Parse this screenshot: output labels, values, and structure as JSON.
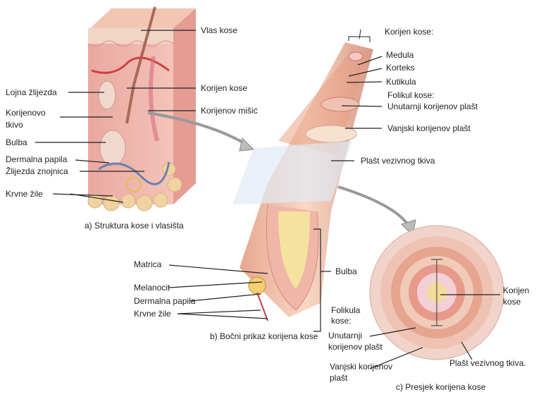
{
  "panel_a": {
    "caption": "a) Struktura kose i vlasišta",
    "labels": {
      "vlas_kose": "Vlas kose",
      "lojna_zlijezda": "Lojna žlijezda",
      "korijenovo": "Korijenovo",
      "tkivo": "tkivo",
      "bulba": "Bulba",
      "dermalna_papila": "Dermalna papila",
      "zlijezda_znojnica": "Žlijezda znojnica",
      "krvne_zile": "Krvne žile",
      "korijen_kose": "Korijen kose",
      "korijenov_misic": "Korijenov mišić"
    }
  },
  "panel_top_right": {
    "labels": {
      "korijen_kose": "Korijen kose:",
      "medula": "Medula",
      "korteks": "Korteks",
      "kutikula": "Kutikula",
      "folikul_kose": "Folikul kose:",
      "unutarnji": "Unutarnji korijenov plašt",
      "vanjski": "Vanjski korijenov plašt",
      "plast_vezivnog": "Plašt vezivnog tkiva"
    }
  },
  "panel_b": {
    "caption": "b) Bočni prikaz korijena kose",
    "labels": {
      "matrica": "Matrica",
      "melanocit": "Melanocit",
      "dermalna_papila": "Dermalna papila",
      "krvne_zile": "Krvne žile",
      "bulba": "Bulba"
    }
  },
  "panel_c": {
    "caption": "c) Presjek korijena kose",
    "labels": {
      "folikula": "Folikula",
      "kose": "kose:",
      "unutarnji_1": "Unutarnji",
      "unutarnji_2": "korijenov plašt",
      "vanjski_1": "Vanjski korijenov",
      "vanjski_2": "plašt",
      "plast_vezivnog": "Plašt vezivnog tkiva.",
      "korijen": "Korijen",
      "kose_2": "kose"
    }
  }
}
